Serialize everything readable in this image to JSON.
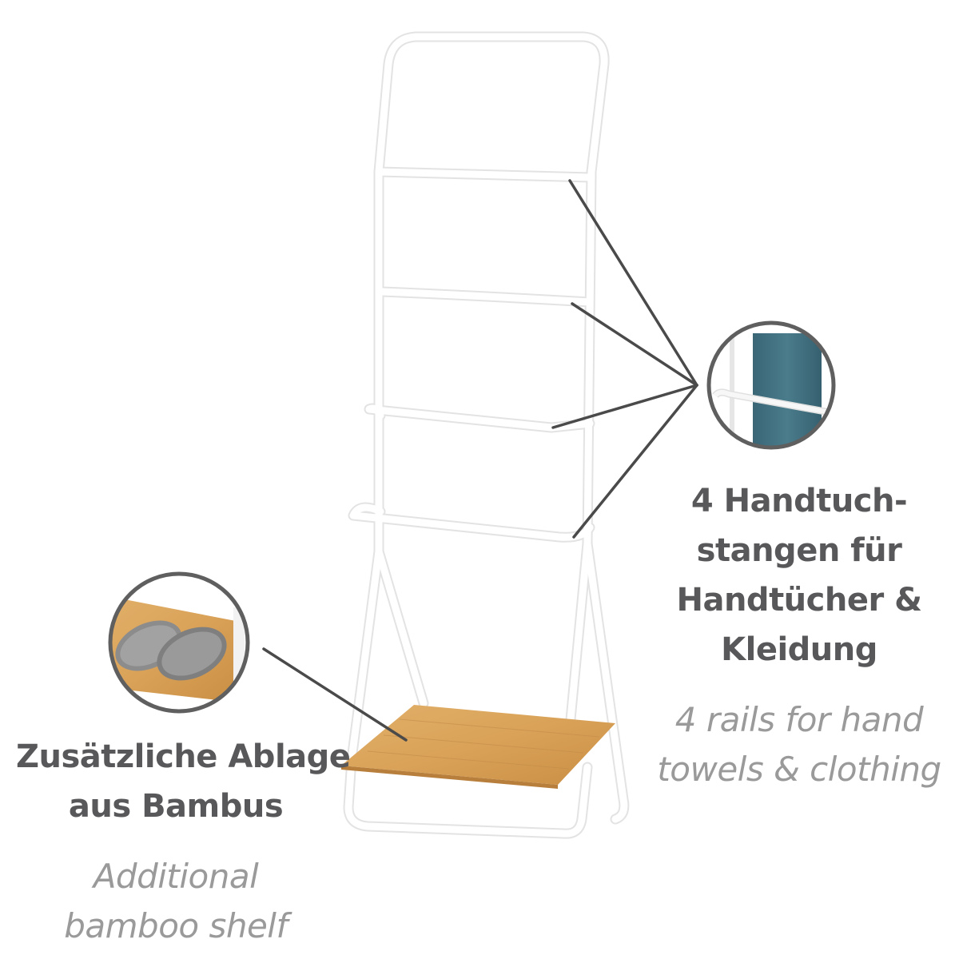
{
  "product": {
    "name": "Towel rack with 4 rails and bamboo shelf",
    "frame_color": "#ffffff",
    "shelf_color": "#d9a35a",
    "leader_line_color": "#4a4a4a",
    "rail_count": 4
  },
  "callouts": {
    "rails": {
      "icon": "towel-detail-icon",
      "towel_color": "#3f6e7f",
      "de_lines": [
        "4 Handtuch-",
        "stangen für",
        "Handtücher &",
        "Kleidung"
      ],
      "en_lines": [
        "4 rails for hand",
        "towels & clothing"
      ]
    },
    "shelf": {
      "icon": "slippers-detail-icon",
      "slipper_color": "#8a8a8a",
      "de_lines": [
        "Zusätzliche Ablage",
        "aus Bambus"
      ],
      "en_lines": [
        "Additional",
        "bamboo shelf"
      ]
    }
  }
}
